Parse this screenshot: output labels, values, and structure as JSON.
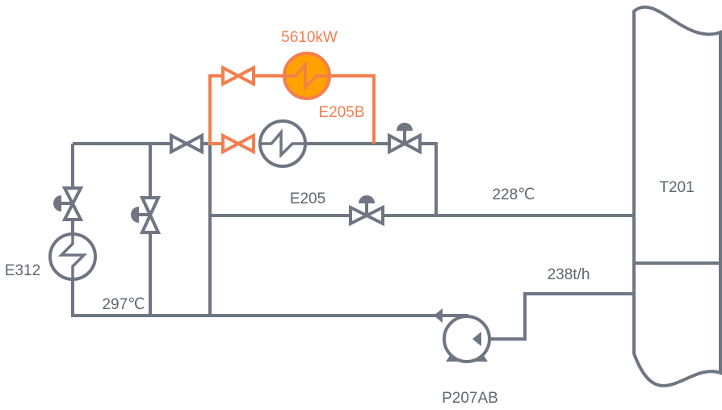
{
  "diagram": {
    "type": "process-flow",
    "colors": {
      "pipe": "#6e7682",
      "highlight": "#f47e4f",
      "highlight_fill": "#ffa200",
      "text": "#5f6670"
    },
    "labels": {
      "heat_duty": "5610kW",
      "e205b": "E205B",
      "e205": "E205",
      "e312": "E312",
      "t201": "T201",
      "temp_228": "228℃",
      "temp_297": "297℃",
      "flow_238": "238t/h",
      "pump": "P207AB"
    },
    "equipment": [
      {
        "id": "E205B",
        "kind": "heat-exchanger",
        "highlighted": true
      },
      {
        "id": "E205",
        "kind": "heat-exchanger",
        "highlighted": false
      },
      {
        "id": "E312",
        "kind": "heat-exchanger",
        "highlighted": false
      },
      {
        "id": "T201",
        "kind": "column",
        "highlighted": false
      },
      {
        "id": "P207AB",
        "kind": "pump",
        "highlighted": false
      }
    ]
  }
}
